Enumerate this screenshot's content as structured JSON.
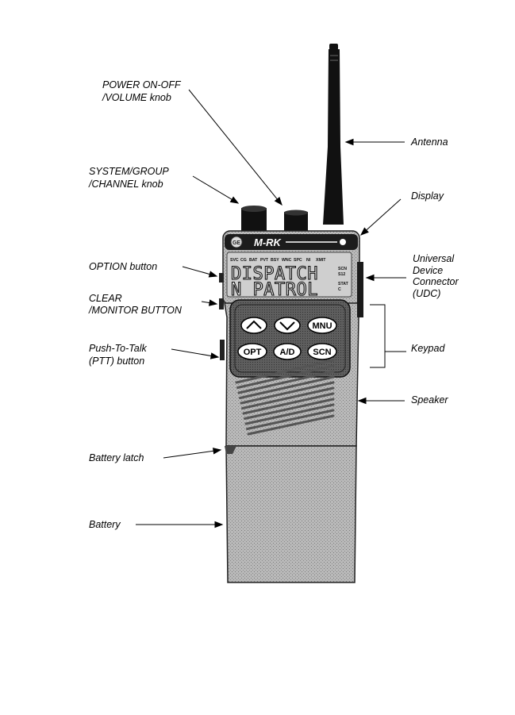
{
  "labels": {
    "power_line1": "POWER  ON-OFF",
    "power_line2": "/VOLUME  knob",
    "system_line1": "SYSTEM/GROUP",
    "system_line2": "/CHANNEL  knob",
    "option": "OPTION  button",
    "clear_line1": "CLEAR",
    "clear_line2": "/MONITOR  BUTTON",
    "ptt_line1": "Push-To-Talk",
    "ptt_line2": "(PTT)  button",
    "battery_latch": "Battery  latch",
    "battery": "Battery",
    "antenna": "Antenna",
    "display": "Display",
    "udc_line1": "Universal",
    "udc_line2": "Device",
    "udc_line3": "Connector",
    "udc_line4": "(UDC)",
    "keypad": "Keypad",
    "speaker": "Speaker"
  },
  "radio": {
    "brand": "M-RK",
    "logo": "GE"
  },
  "lcd": {
    "indicators": [
      "SVC",
      "CG",
      "BAT",
      "PVT",
      "BSY",
      "WNC",
      "SPC",
      "NI",
      "XMIT"
    ],
    "side_indicators": [
      "SCN",
      "S12",
      "STAT",
      "C"
    ],
    "line1": "DISPATCH",
    "line2": "N PATROL"
  },
  "keys": {
    "up_icon": "chevron-up-icon",
    "down_icon": "chevron-down-icon",
    "menu": "MNU",
    "option": "OPT",
    "ad": "A/D",
    "scan": "SCN"
  }
}
